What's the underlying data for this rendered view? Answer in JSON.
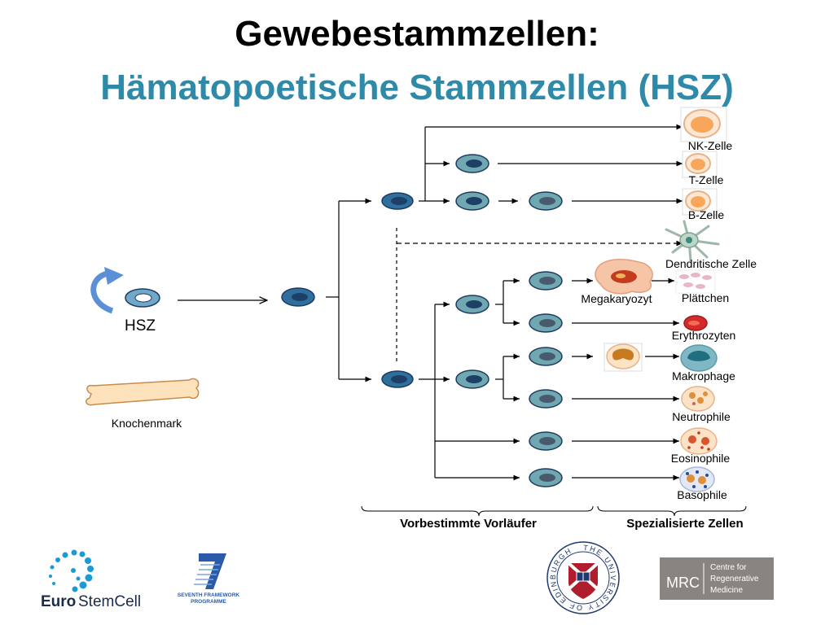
{
  "title": {
    "line1": "Gewebestammzellen:",
    "line2": "Hämatopoetische Stammzellen (HSZ)"
  },
  "labels": {
    "hsz": "HSZ",
    "knochenmark": "Knochenmark",
    "megakaryozyt": "Megakaryozyt",
    "vorbestimmte": "Vorbestimmte Vorläufer",
    "spezialisierte": "Spezialisierte Zellen"
  },
  "cells": [
    "NK-Zelle",
    "T-Zelle",
    "B-Zelle",
    "Dendritische Zelle",
    "Plättchen",
    "Erythrozyten",
    "Makrophage",
    "Neutrophile",
    "Eosinophile",
    "Basophile"
  ],
  "logos": {
    "eurostemcell_bold": "Euro",
    "eurostemcell_light": "StemCell",
    "fp7_line1": "SEVENTH FRAMEWORK",
    "fp7_line2": "PROGRAMME",
    "edinburgh_ring": "THE UNIVERSITY OF EDINBURGH",
    "mrc_abbr": "MRC",
    "mrc_name_1": "Centre for",
    "mrc_name_2": "Regenerative",
    "mrc_name_3": "Medicine"
  },
  "colors": {
    "title_accent": "#2e8aa8",
    "progenitor_dark": "#2f6f9e",
    "progenitor_light": "#6fa8b0",
    "mrc_grey": "#8a8480",
    "edinburgh_red": "#b01e2e",
    "edinburgh_blue": "#1e3a6e"
  }
}
